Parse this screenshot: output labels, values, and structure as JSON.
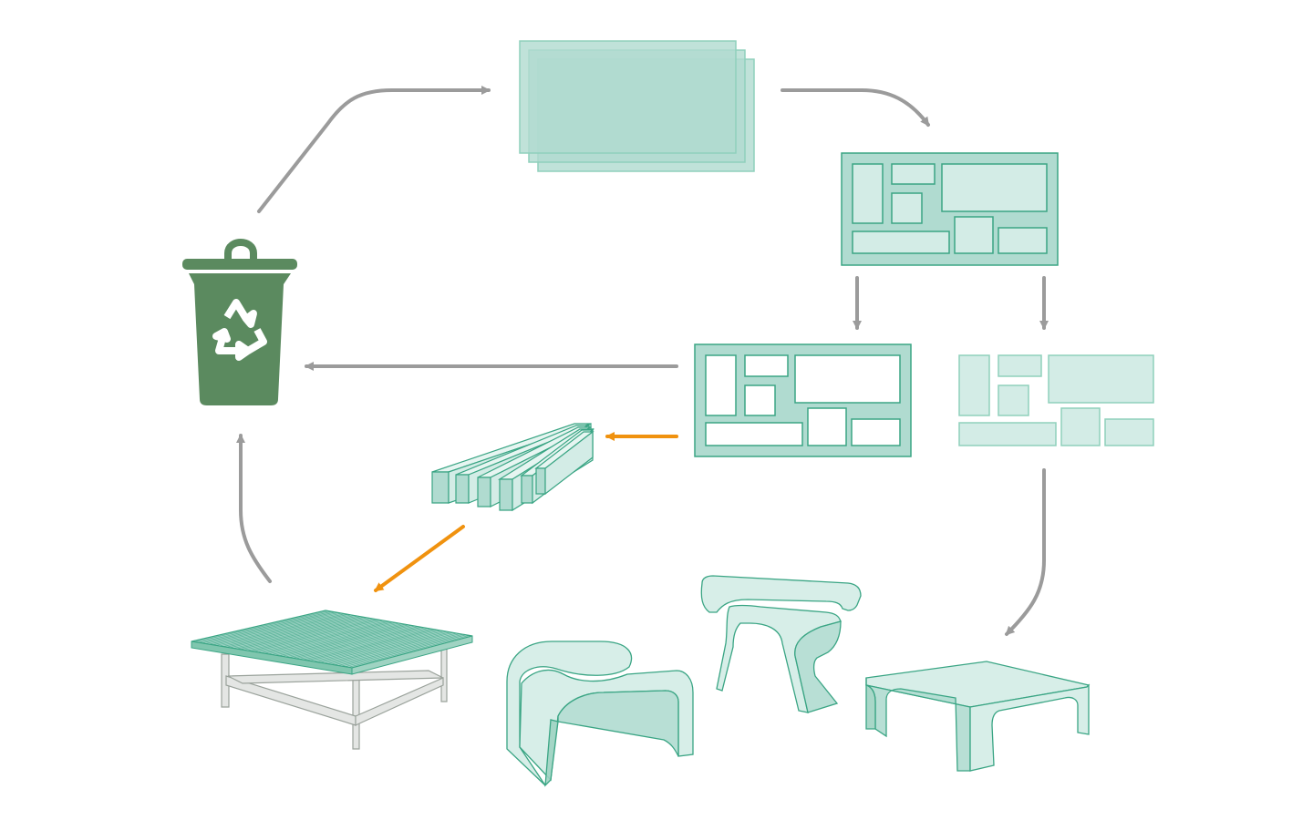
{
  "diagram": {
    "colors": {
      "background": "#ffffff",
      "arrow_gray": "#9b9b9b",
      "arrow_orange": "#f0920f",
      "bin_green": "#5b8a5f",
      "glass_fill_light": "#d3ece6",
      "glass_fill": "#b0dbd0",
      "glass_stroke": "#3aa584",
      "glass_stroke_light": "#8fd0bc",
      "table_frame_fill": "#e4e6e4",
      "table_frame_stroke": "#9aa29b"
    },
    "nodes": [
      {
        "id": "recycle-bin",
        "icon": "recycle-bin-icon"
      },
      {
        "id": "glass-sheets",
        "icon": "glass-sheets-icon"
      },
      {
        "id": "cutting-layout",
        "icon": "cutting-layout-icon"
      },
      {
        "id": "offcut-frame",
        "icon": "offcut-frame-icon"
      },
      {
        "id": "cut-pieces",
        "icon": "cut-pieces-icon"
      },
      {
        "id": "glass-strips",
        "icon": "glass-strips-icon"
      },
      {
        "id": "strip-table",
        "icon": "strip-table-icon"
      },
      {
        "id": "glass-chair",
        "icon": "glass-chair-icon"
      },
      {
        "id": "glass-console",
        "icon": "glass-console-icon"
      },
      {
        "id": "glass-coffee-table",
        "icon": "glass-coffee-table-icon"
      }
    ],
    "flows": [
      {
        "from": "recycle-bin",
        "to": "glass-sheets",
        "color": "gray"
      },
      {
        "from": "glass-sheets",
        "to": "cutting-layout",
        "color": "gray"
      },
      {
        "from": "cutting-layout",
        "to": "offcut-frame",
        "color": "gray"
      },
      {
        "from": "cutting-layout",
        "to": "cut-pieces",
        "color": "gray"
      },
      {
        "from": "offcut-frame",
        "to": "recycle-bin",
        "color": "gray"
      },
      {
        "from": "offcut-frame",
        "to": "glass-strips",
        "color": "orange"
      },
      {
        "from": "glass-strips",
        "to": "strip-table",
        "color": "orange"
      },
      {
        "from": "strip-table",
        "to": "recycle-bin",
        "color": "gray"
      },
      {
        "from": "cut-pieces",
        "to": "glass-coffee-table",
        "color": "gray"
      }
    ]
  }
}
